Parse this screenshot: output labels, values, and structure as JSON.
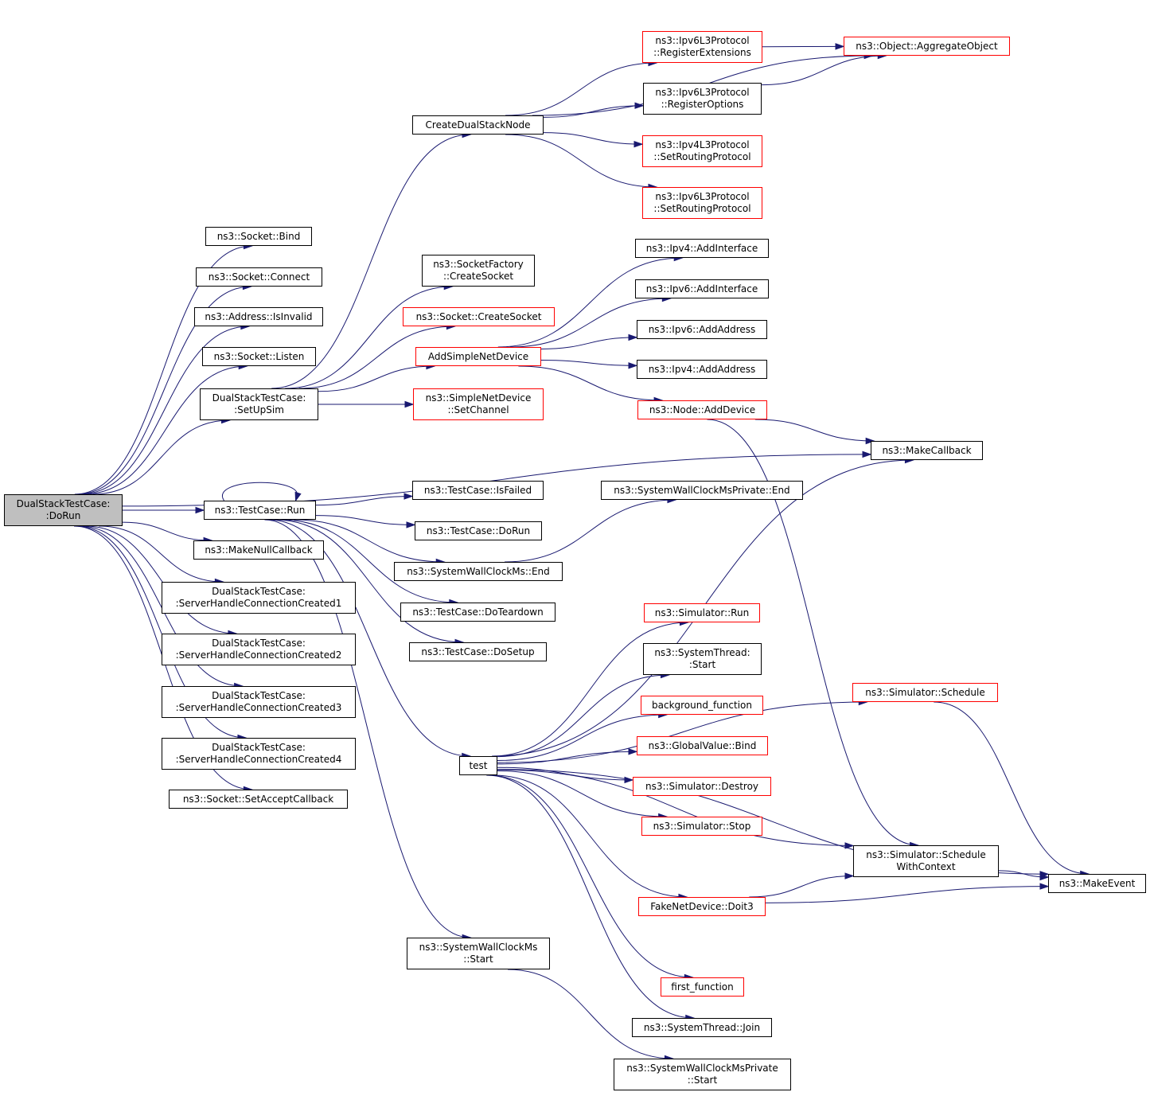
{
  "colors": {
    "edge": "#191970",
    "border": "#000000",
    "border_incomplete": "#ff0000",
    "root_fill": "#bfbfbf"
  },
  "nodes": [
    {
      "id": "n0",
      "lines": [
        "DualStackTestCase:",
        ":DoRun"
      ],
      "style": "root"
    },
    {
      "id": "n1",
      "lines": [
        "ns3::Socket::Bind"
      ],
      "style": "normal"
    },
    {
      "id": "n2",
      "lines": [
        "ns3::Socket::Connect"
      ],
      "style": "normal"
    },
    {
      "id": "n3",
      "lines": [
        "ns3::Address::IsInvalid"
      ],
      "style": "normal"
    },
    {
      "id": "n4",
      "lines": [
        "ns3::Socket::Listen"
      ],
      "style": "normal"
    },
    {
      "id": "n5",
      "lines": [
        "DualStackTestCase:",
        ":SetUpSim"
      ],
      "style": "normal"
    },
    {
      "id": "n6",
      "lines": [
        "ns3::TestCase::Run"
      ],
      "style": "normal"
    },
    {
      "id": "n7",
      "lines": [
        "ns3::MakeNullCallback"
      ],
      "style": "normal"
    },
    {
      "id": "n8",
      "lines": [
        "DualStackTestCase:",
        ":ServerHandleConnectionCreated1"
      ],
      "style": "normal"
    },
    {
      "id": "n9",
      "lines": [
        "DualStackTestCase:",
        ":ServerHandleConnectionCreated2"
      ],
      "style": "normal"
    },
    {
      "id": "n10",
      "lines": [
        "DualStackTestCase:",
        ":ServerHandleConnectionCreated3"
      ],
      "style": "normal"
    },
    {
      "id": "n11",
      "lines": [
        "DualStackTestCase:",
        ":ServerHandleConnectionCreated4"
      ],
      "style": "normal"
    },
    {
      "id": "n12",
      "lines": [
        "ns3::Socket::SetAcceptCallback"
      ],
      "style": "normal"
    },
    {
      "id": "n13",
      "lines": [
        "CreateDualStackNode"
      ],
      "style": "normal"
    },
    {
      "id": "n14",
      "lines": [
        "ns3::SocketFactory",
        "::CreateSocket"
      ],
      "style": "normal"
    },
    {
      "id": "n15",
      "lines": [
        "ns3::Socket::CreateSocket"
      ],
      "style": "incomplete"
    },
    {
      "id": "n16",
      "lines": [
        "AddSimpleNetDevice"
      ],
      "style": "incomplete"
    },
    {
      "id": "n17",
      "lines": [
        "ns3::SimpleNetDevice",
        "::SetChannel"
      ],
      "style": "incomplete"
    },
    {
      "id": "n18",
      "lines": [
        "ns3::Ipv6L3Protocol",
        "::RegisterExtensions"
      ],
      "style": "incomplete"
    },
    {
      "id": "n19",
      "lines": [
        "ns3::Ipv6L3Protocol",
        "::RegisterOptions"
      ],
      "style": "normal"
    },
    {
      "id": "n20",
      "lines": [
        "ns3::Ipv4L3Protocol",
        "::SetRoutingProtocol"
      ],
      "style": "incomplete"
    },
    {
      "id": "n21",
      "lines": [
        "ns3::Ipv6L3Protocol",
        "::SetRoutingProtocol"
      ],
      "style": "incomplete"
    },
    {
      "id": "n22",
      "lines": [
        "ns3::Object::AggregateObject"
      ],
      "style": "incomplete"
    },
    {
      "id": "n23",
      "lines": [
        "ns3::Ipv4::AddInterface"
      ],
      "style": "normal"
    },
    {
      "id": "n24",
      "lines": [
        "ns3::Ipv6::AddInterface"
      ],
      "style": "normal"
    },
    {
      "id": "n25",
      "lines": [
        "ns3::Ipv6::AddAddress"
      ],
      "style": "normal"
    },
    {
      "id": "n26",
      "lines": [
        "ns3::Ipv4::AddAddress"
      ],
      "style": "normal"
    },
    {
      "id": "n27",
      "lines": [
        "ns3::Node::AddDevice"
      ],
      "style": "incomplete"
    },
    {
      "id": "n28",
      "lines": [
        "ns3::MakeCallback"
      ],
      "style": "normal"
    },
    {
      "id": "n29",
      "lines": [
        "ns3::TestCase::IsFailed"
      ],
      "style": "normal"
    },
    {
      "id": "n30",
      "lines": [
        "ns3::TestCase::DoRun"
      ],
      "style": "normal"
    },
    {
      "id": "n31",
      "lines": [
        "ns3::SystemWallClockMs::End"
      ],
      "style": "normal"
    },
    {
      "id": "n32",
      "lines": [
        "ns3::TestCase::DoTeardown"
      ],
      "style": "normal"
    },
    {
      "id": "n33",
      "lines": [
        "ns3::TestCase::DoSetup"
      ],
      "style": "normal"
    },
    {
      "id": "n34",
      "lines": [
        "test"
      ],
      "style": "normal"
    },
    {
      "id": "n35",
      "lines": [
        "ns3::SystemWallClockMs",
        "::Start"
      ],
      "style": "normal"
    },
    {
      "id": "n36",
      "lines": [
        "ns3::SystemWallClockMsPrivate::End"
      ],
      "style": "normal"
    },
    {
      "id": "n37",
      "lines": [
        "ns3::Simulator::Run"
      ],
      "style": "incomplete"
    },
    {
      "id": "n38",
      "lines": [
        "ns3::SystemThread:",
        ":Start"
      ],
      "style": "normal"
    },
    {
      "id": "n39",
      "lines": [
        "background_function"
      ],
      "style": "incomplete"
    },
    {
      "id": "n40",
      "lines": [
        "ns3::GlobalValue::Bind"
      ],
      "style": "incomplete"
    },
    {
      "id": "n41",
      "lines": [
        "ns3::Simulator::Destroy"
      ],
      "style": "incomplete"
    },
    {
      "id": "n42",
      "lines": [
        "ns3::Simulator::Stop"
      ],
      "style": "incomplete"
    },
    {
      "id": "n43",
      "lines": [
        "ns3::Simulator::Schedule"
      ],
      "style": "incomplete"
    },
    {
      "id": "n44",
      "lines": [
        "ns3::Simulator::Schedule",
        "WithContext"
      ],
      "style": "normal"
    },
    {
      "id": "n45",
      "lines": [
        "FakeNetDevice::Doit3"
      ],
      "style": "incomplete"
    },
    {
      "id": "n46",
      "lines": [
        "ns3::MakeEvent"
      ],
      "style": "normal"
    },
    {
      "id": "n47",
      "lines": [
        "first_function"
      ],
      "style": "incomplete"
    },
    {
      "id": "n48",
      "lines": [
        "ns3::SystemThread::Join"
      ],
      "style": "normal"
    },
    {
      "id": "n49",
      "lines": [
        "ns3::SystemWallClockMsPrivate",
        "::Start"
      ],
      "style": "normal"
    }
  ],
  "edges": [
    [
      "n0",
      "n1"
    ],
    [
      "n0",
      "n2"
    ],
    [
      "n0",
      "n3"
    ],
    [
      "n0",
      "n4"
    ],
    [
      "n0",
      "n5"
    ],
    [
      "n0",
      "n28"
    ],
    [
      "n0",
      "n6"
    ],
    [
      "n0",
      "n7"
    ],
    [
      "n0",
      "n8"
    ],
    [
      "n0",
      "n9"
    ],
    [
      "n0",
      "n10"
    ],
    [
      "n0",
      "n11"
    ],
    [
      "n0",
      "n12"
    ],
    [
      "n5",
      "n13"
    ],
    [
      "n5",
      "n14"
    ],
    [
      "n5",
      "n15"
    ],
    [
      "n5",
      "n16"
    ],
    [
      "n5",
      "n17"
    ],
    [
      "n13",
      "n22"
    ],
    [
      "n13",
      "n18"
    ],
    [
      "n13",
      "n19"
    ],
    [
      "n13",
      "n20"
    ],
    [
      "n13",
      "n21"
    ],
    [
      "n18",
      "n22"
    ],
    [
      "n19",
      "n22"
    ],
    [
      "n16",
      "n23"
    ],
    [
      "n16",
      "n24"
    ],
    [
      "n16",
      "n25"
    ],
    [
      "n16",
      "n26"
    ],
    [
      "n16",
      "n27"
    ],
    [
      "n27",
      "n28"
    ],
    [
      "n27",
      "n44"
    ],
    [
      "n6",
      "n6"
    ],
    [
      "n6",
      "n29"
    ],
    [
      "n6",
      "n30"
    ],
    [
      "n6",
      "n31"
    ],
    [
      "n6",
      "n32"
    ],
    [
      "n6",
      "n33"
    ],
    [
      "n6",
      "n34"
    ],
    [
      "n6",
      "n35"
    ],
    [
      "n31",
      "n36"
    ],
    [
      "n35",
      "n49"
    ],
    [
      "n34",
      "n28"
    ],
    [
      "n34",
      "n43"
    ],
    [
      "n34",
      "n37"
    ],
    [
      "n34",
      "n38"
    ],
    [
      "n34",
      "n39"
    ],
    [
      "n34",
      "n40"
    ],
    [
      "n34",
      "n41"
    ],
    [
      "n34",
      "n42"
    ],
    [
      "n34",
      "n44"
    ],
    [
      "n34",
      "n45"
    ],
    [
      "n34",
      "n46"
    ],
    [
      "n34",
      "n47"
    ],
    [
      "n34",
      "n48"
    ],
    [
      "n43",
      "n46"
    ],
    [
      "n44",
      "n46"
    ],
    [
      "n45",
      "n44"
    ],
    [
      "n45",
      "n46"
    ]
  ]
}
